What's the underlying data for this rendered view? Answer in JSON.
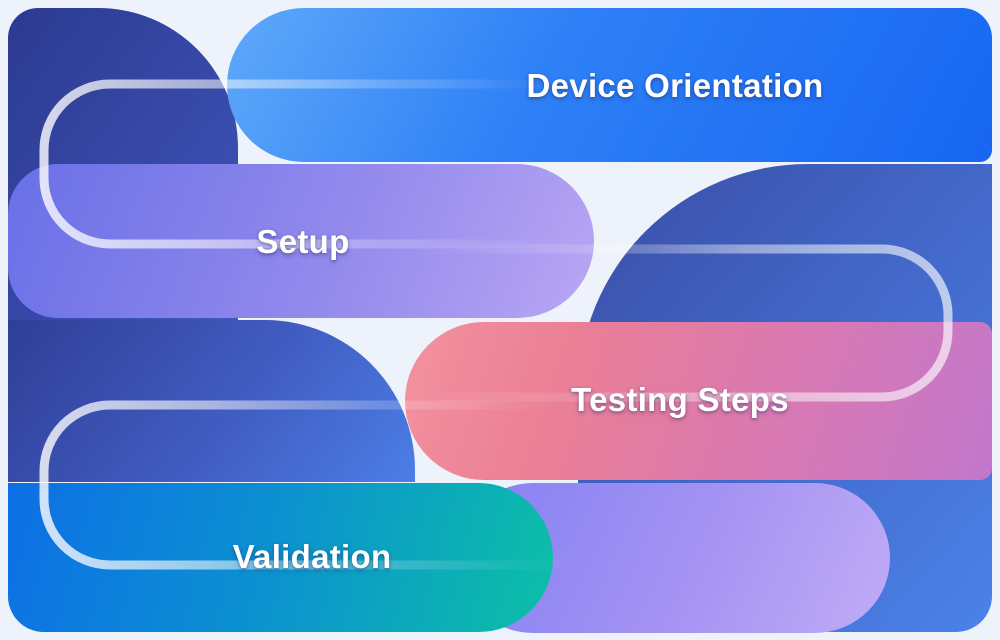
{
  "background": "#eef2fb",
  "steps": [
    {
      "id": "device-orientation",
      "label": "Device Orientation",
      "gradient": [
        "#5fa9fa",
        "#1766f2"
      ]
    },
    {
      "id": "setup",
      "label": "Setup",
      "gradient": [
        "#6970e7",
        "#b9a6f4"
      ]
    },
    {
      "id": "testing-steps",
      "label": "Testing Steps",
      "gradient": [
        "#f4929f",
        "#c277cb"
      ]
    },
    {
      "id": "validation",
      "label": "Validation",
      "gradient": [
        "#0d6fe6",
        "#0cc0a6"
      ]
    }
  ],
  "decor": {
    "blob_navy_top_left": [
      "#2c3a90",
      "#4257b8"
    ],
    "blob_navy_bottom_left": [
      "#2f3e96",
      "#4b7ee6"
    ],
    "blob_navy_right": [
      "#3a4da6",
      "#4b82e9"
    ],
    "pill_purple_bottom": [
      "#8480f3",
      "#c0acf6"
    ],
    "capsule_outline_color": "#ffffff"
  }
}
